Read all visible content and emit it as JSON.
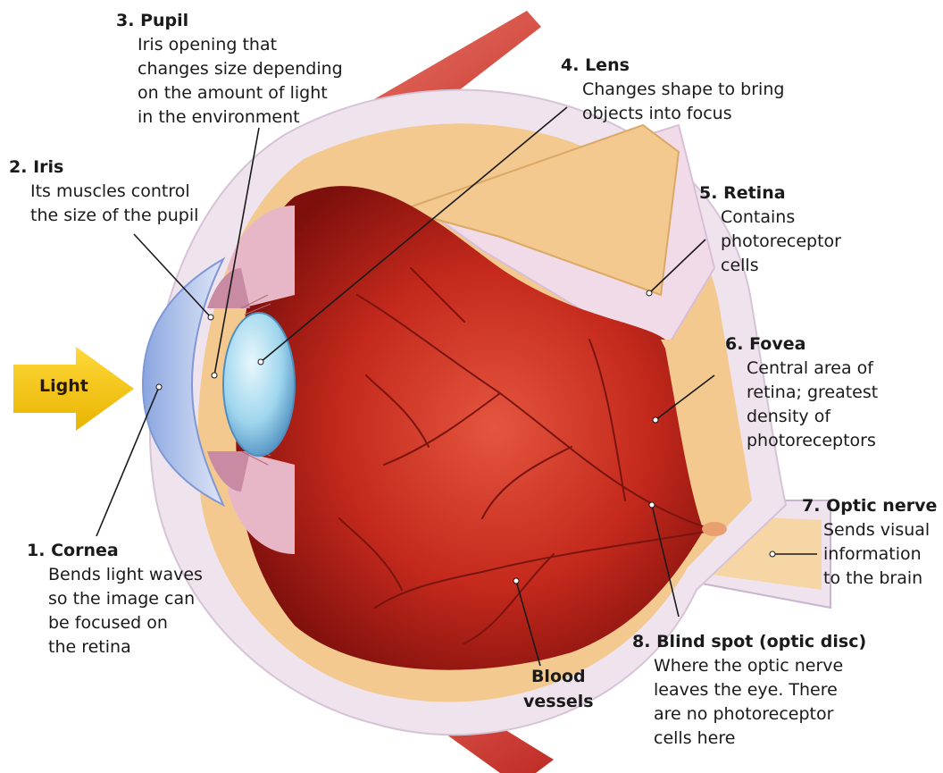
{
  "light_arrow": {
    "label": "Light",
    "color": "#f5c400"
  },
  "callouts": {
    "cornea": {
      "number": "1.",
      "title": "Cornea",
      "lines": [
        "Bends light waves",
        "so the image can",
        "be focused on",
        "the retina"
      ]
    },
    "iris": {
      "number": "2.",
      "title": "Iris",
      "lines": [
        "Its muscles control",
        "the size of the pupil"
      ]
    },
    "pupil": {
      "number": "3.",
      "title": "Pupil",
      "lines": [
        "Iris opening that",
        "changes size depending",
        "on the amount of light",
        "in the environment"
      ]
    },
    "lens": {
      "number": "4.",
      "title": "Lens",
      "lines": [
        "Changes shape to bring",
        "objects into focus"
      ]
    },
    "retina": {
      "number": "5.",
      "title": "Retina",
      "lines": [
        "Contains",
        "photoreceptor",
        "cells"
      ]
    },
    "fovea": {
      "number": "6.",
      "title": "Fovea",
      "lines": [
        "Central area of",
        "retina; greatest",
        "density of",
        "photoreceptors"
      ]
    },
    "optic_nerve": {
      "number": "7.",
      "title": "Optic nerve",
      "lines": [
        "Sends visual",
        "information",
        "to the brain"
      ]
    },
    "blind_spot": {
      "number": "8.",
      "title": "Blind spot (optic disc)",
      "lines": [
        "Where the optic nerve",
        "leaves the eye. There",
        "are no photoreceptor",
        "cells here"
      ]
    }
  },
  "blood_vessels": {
    "lines": [
      "Blood",
      "vessels"
    ]
  },
  "colors": {
    "sclera": "#efe3ee",
    "choroid": "#f3c98f",
    "interior": "#c4291c",
    "muscle": "#d9443a",
    "cornea": "#9bb3e6",
    "lens": "#aee0f2",
    "vessel": "#7a1410"
  }
}
